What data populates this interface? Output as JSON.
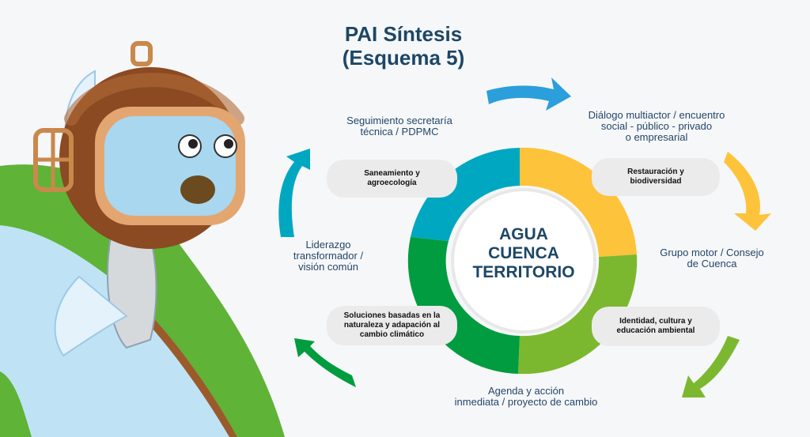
{
  "title": {
    "line1": "PAI Síntesis",
    "line2": "(Esquema 5)"
  },
  "center": {
    "line1": "AGUA",
    "line2": "CUENCA",
    "line3": "TERRITORIO"
  },
  "outer_labels": {
    "top_left": [
      "Seguimiento secretaría",
      "técnica / PDPMC"
    ],
    "top_right": [
      "Diálogo multiactor / encuentro",
      "social - público - privado",
      "o empresarial"
    ],
    "right": [
      "Grupo motor / Consejo",
      "de Cuenca"
    ],
    "bottom": [
      "Agenda y acción",
      "inmediata / proyecto de cambio"
    ],
    "left": [
      "Liderazgo",
      "transformador /",
      "visión común"
    ]
  },
  "pills": {
    "saneamiento": [
      "Saneamiento y",
      "agroecología"
    ],
    "restauracion": [
      "Restauración y",
      "biodiversidad"
    ],
    "identidad": [
      "Identidad, cultura y",
      "educación ambiental"
    ],
    "soluciones": [
      "Soluciones basadas en la",
      "naturaleza y adapación al",
      "cambio climático"
    ]
  },
  "colors": {
    "teal": "#00a7c0",
    "yellow": "#fdc33b",
    "lightgreen": "#7cb82f",
    "green": "#009c3f",
    "blue": "#2a9fdc",
    "navy": "#1d4766"
  }
}
